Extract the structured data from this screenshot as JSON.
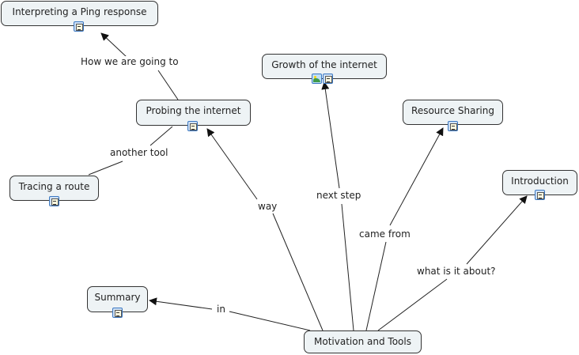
{
  "concepts": {
    "ping": {
      "label": "Interpreting a Ping response",
      "resources": [
        "document"
      ]
    },
    "growth": {
      "label": "Growth of the internet",
      "resources": [
        "image",
        "document"
      ]
    },
    "probing": {
      "label": "Probing the internet",
      "resources": [
        "document"
      ]
    },
    "resource": {
      "label": "Resource Sharing",
      "resources": [
        "document"
      ]
    },
    "intro": {
      "label": "Introduction",
      "resources": [
        "document"
      ]
    },
    "tracing": {
      "label": "Tracing a route",
      "resources": [
        "document"
      ]
    },
    "summary": {
      "label": "Summary",
      "resources": [
        "document"
      ]
    },
    "motivation": {
      "label": "Motivation and Tools",
      "resources": []
    }
  },
  "links": {
    "how": {
      "label": "How we are going to",
      "from": "probing",
      "to": "ping"
    },
    "another": {
      "label": "another tool",
      "from": "probing",
      "to": "tracing"
    },
    "way": {
      "label": "way",
      "from": "motivation",
      "to": "probing"
    },
    "next": {
      "label": "next step",
      "from": "motivation",
      "to": "growth"
    },
    "came": {
      "label": "came from",
      "from": "motivation",
      "to": "resource"
    },
    "what": {
      "label": "what is it about?",
      "from": "motivation",
      "to": "intro"
    },
    "in": {
      "label": "in",
      "from": "motivation",
      "to": "summary"
    }
  },
  "colors": {
    "node_fill": "#eef3f5",
    "node_border": "#333333",
    "line": "#222222",
    "icon_border": "#3b78c2"
  }
}
